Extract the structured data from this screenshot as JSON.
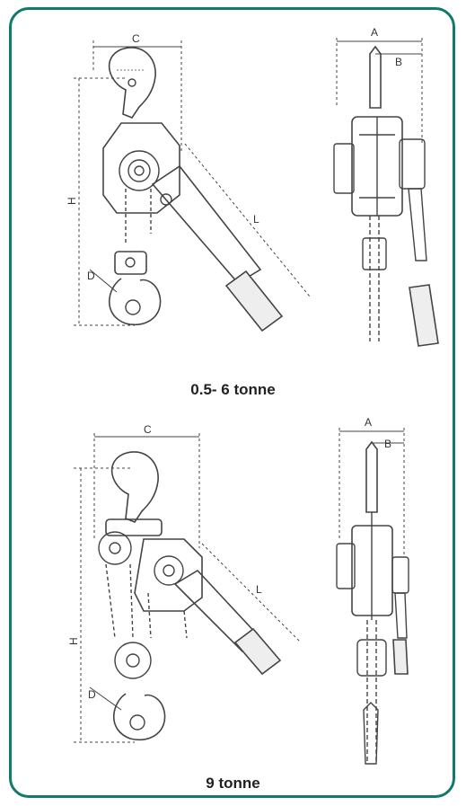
{
  "colors": {
    "border": "#12796d",
    "line": "#444444",
    "grip": "#666666"
  },
  "diagrams": [
    {
      "caption": "0.5- 6 tonne",
      "labels": {
        "A": "A",
        "B": "B",
        "C": "C",
        "H": "H",
        "L": "L",
        "D": "D"
      }
    },
    {
      "caption": "9 tonne",
      "labels": {
        "A": "A",
        "B": "B",
        "C": "C",
        "H": "H",
        "L": "L",
        "D": "D"
      }
    }
  ]
}
